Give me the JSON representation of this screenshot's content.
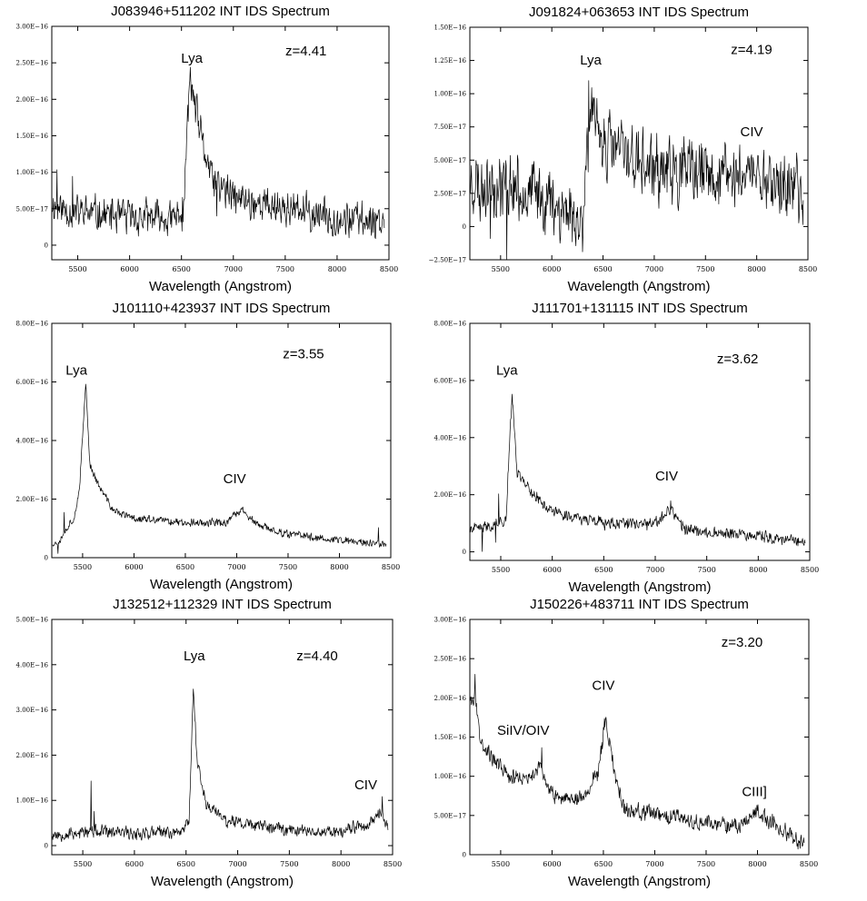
{
  "chart_data": [
    {
      "type": "line",
      "title": "J083946+511202  INT IDS Spectrum",
      "xlabel": "Wavelength (Angstrom)",
      "ylabel": "",
      "xlim": [
        5250,
        8500
      ],
      "ylim": [
        -2e-17,
        3e-16
      ],
      "xticks": [
        5500,
        6000,
        6500,
        7000,
        7500,
        8000,
        8500
      ],
      "xtick_labels": [
        "5500",
        "6000",
        "6500",
        "7000",
        "7500",
        "8000",
        "8500"
      ],
      "yticks": [
        0,
        5e-17,
        1e-16,
        1.5e-16,
        2e-16,
        2.5e-16,
        3e-16
      ],
      "ytick_labels": [
        "0",
        "5.00E−17",
        "1.00E−16",
        "1.50E−16",
        "2.00E−16",
        "2.50E−16",
        "3.00E−16"
      ],
      "grid": false,
      "annotations": [
        {
          "text": "Lya",
          "x": 6600,
          "y": 2.5e-16
        },
        {
          "text": "z=4.41",
          "x": 7700,
          "y": 2.6e-16
        }
      ],
      "profile": {
        "noise": 2.2e-17,
        "seed": 11,
        "anchors": [
          [
            5250,
            5.5e-17
          ],
          [
            5500,
            4.5e-17
          ],
          [
            6000,
            3.8e-17
          ],
          [
            6400,
            3.5e-17
          ],
          [
            6520,
            4.5e-17
          ],
          [
            6580,
            2.3e-16
          ],
          [
            6620,
            2e-16
          ],
          [
            6700,
            1.4e-16
          ],
          [
            6800,
            9e-17
          ],
          [
            7000,
            6.5e-17
          ],
          [
            7500,
            5e-17
          ],
          [
            8000,
            3.6e-17
          ],
          [
            8500,
            3.5e-17
          ]
        ],
        "spikes": [
          [
            5300,
            4.5e-17
          ],
          [
            5450,
            4e-17
          ],
          [
            6560,
            3e-17
          ],
          [
            6840,
            -5.5e-17
          ]
        ]
      }
    },
    {
      "type": "line",
      "title": "J091824+063653  INT IDS Spectrum",
      "xlabel": "Wavelength (Angstrom)",
      "ylabel": "",
      "xlim": [
        5200,
        8500
      ],
      "ylim": [
        -2.5e-17,
        1.5e-16
      ],
      "xticks": [
        5500,
        6000,
        6500,
        7000,
        7500,
        8000,
        8500
      ],
      "xtick_labels": [
        "5500",
        "6000",
        "6500",
        "7000",
        "7500",
        "8000",
        "8500"
      ],
      "yticks": [
        -2.5e-17,
        0,
        2.5e-17,
        5e-17,
        7.5e-17,
        1e-16,
        1.25e-16,
        1.5e-16
      ],
      "ytick_labels": [
        "−2.50E−17",
        "0",
        "2.50E−17",
        "5.00E−17",
        "7.50E−17",
        "1.00E−16",
        "1.25E−16",
        "1.50E−16"
      ],
      "grid": false,
      "annotations": [
        {
          "text": "Lya",
          "x": 6380,
          "y": 1.22e-16
        },
        {
          "text": "z=4.19",
          "x": 7950,
          "y": 1.3e-16
        },
        {
          "text": "CIV",
          "x": 7950,
          "y": 6.8e-17
        }
      ],
      "profile": {
        "noise": 2.2e-17,
        "seed": 23,
        "anchors": [
          [
            5200,
            3.5e-17
          ],
          [
            5600,
            3e-17
          ],
          [
            6000,
            2e-17
          ],
          [
            6250,
            5e-18
          ],
          [
            6300,
            2e-18
          ],
          [
            6330,
            5.5e-17
          ],
          [
            6380,
            8e-17
          ],
          [
            6500,
            6.5e-17
          ],
          [
            7000,
            4.2e-17
          ],
          [
            7500,
            3.8e-17
          ],
          [
            8000,
            4e-17
          ],
          [
            8500,
            2.2e-17
          ]
        ],
        "spikes": [
          [
            5300,
            -3.5e-17
          ],
          [
            5400,
            -2e-17
          ],
          [
            5560,
            -4.5e-17
          ],
          [
            6360,
            3e-17
          ]
        ]
      }
    },
    {
      "type": "line",
      "title": "J101110+423937  INT IDS Spectrum",
      "xlabel": "Wavelength (Angstrom)",
      "ylabel": "",
      "xlim": [
        5200,
        8500
      ],
      "ylim": [
        0,
        8e-16
      ],
      "xticks": [
        5500,
        6000,
        6500,
        7000,
        7500,
        8000,
        8500
      ],
      "xtick_labels": [
        "5500",
        "6000",
        "6500",
        "7000",
        "7500",
        "8000",
        "8500"
      ],
      "yticks": [
        0,
        2e-16,
        4e-16,
        6e-16,
        8e-16
      ],
      "ytick_labels": [
        "0",
        "2.00E−16",
        "4.00E−16",
        "6.00E−16",
        "8.00E−16"
      ],
      "grid": false,
      "annotations": [
        {
          "text": "Lya",
          "x": 5440,
          "y": 6.25e-16
        },
        {
          "text": "z=3.55",
          "x": 7650,
          "y": 6.8e-16
        },
        {
          "text": "CIV",
          "x": 6980,
          "y": 2.55e-16
        }
      ],
      "profile": {
        "noise": 1.2e-17,
        "seed": 37,
        "anchors": [
          [
            5250,
            5e-17
          ],
          [
            5420,
            1.4e-16
          ],
          [
            5470,
            2.3e-16
          ],
          [
            5530,
            6e-16
          ],
          [
            5570,
            3.2e-16
          ],
          [
            5650,
            2.5e-16
          ],
          [
            5800,
            1.6e-16
          ],
          [
            6000,
            1.35e-16
          ],
          [
            6500,
            1.2e-16
          ],
          [
            6900,
            1.2e-16
          ],
          [
            7050,
            1.65e-16
          ],
          [
            7200,
            1.1e-16
          ],
          [
            7500,
            8e-17
          ],
          [
            8000,
            6e-17
          ],
          [
            8450,
            4.5e-17
          ]
        ],
        "spikes": [
          [
            5320,
            6e-17
          ],
          [
            8380,
            5e-17
          ],
          [
            5260,
            -3e-17
          ]
        ]
      }
    },
    {
      "type": "line",
      "title": "J111701+131115  INT IDS Spectrum",
      "xlabel": "Wavelength (Angstrom)",
      "ylabel": "",
      "xlim": [
        5200,
        8500
      ],
      "ylim": [
        -3e-17,
        8e-16
      ],
      "xticks": [
        5500,
        6000,
        6500,
        7000,
        7500,
        8000,
        8500
      ],
      "xtick_labels": [
        "5500",
        "6000",
        "6500",
        "7000",
        "7500",
        "8000",
        "8500"
      ],
      "yticks": [
        0,
        2e-16,
        4e-16,
        6e-16,
        8e-16
      ],
      "ytick_labels": [
        "0",
        "2.00E−16",
        "4.00E−16",
        "6.00E−16",
        "8.00E−16"
      ],
      "grid": false,
      "annotations": [
        {
          "text": "Lya",
          "x": 5560,
          "y": 6.2e-16
        },
        {
          "text": "z=3.62",
          "x": 7800,
          "y": 6.6e-16
        },
        {
          "text": "CIV",
          "x": 7110,
          "y": 2.5e-16
        }
      ],
      "profile": {
        "noise": 1.8e-17,
        "seed": 41,
        "anchors": [
          [
            5250,
            8e-17
          ],
          [
            5400,
            9e-17
          ],
          [
            5550,
            1.1e-16
          ],
          [
            5610,
            5.6e-16
          ],
          [
            5660,
            2.8e-16
          ],
          [
            5800,
            2.1e-16
          ],
          [
            6000,
            1.4e-16
          ],
          [
            6500,
            1e-16
          ],
          [
            7000,
            9.5e-17
          ],
          [
            7150,
            1.5e-16
          ],
          [
            7300,
            7.5e-17
          ],
          [
            8000,
            5.5e-17
          ],
          [
            8450,
            3.5e-17
          ]
        ],
        "spikes": [
          [
            5320,
            -8e-17
          ],
          [
            5450,
            -6e-17
          ],
          [
            5480,
            1.2e-16
          ],
          [
            7150,
            4e-17
          ]
        ]
      }
    },
    {
      "type": "line",
      "title": "J132512+112329  INT IDS Spectrum",
      "xlabel": "Wavelength (Angstrom)",
      "ylabel": "",
      "xlim": [
        5200,
        8500
      ],
      "ylim": [
        -2e-17,
        5e-16
      ],
      "xticks": [
        5500,
        6000,
        6500,
        7000,
        7500,
        8000,
        8500
      ],
      "xtick_labels": [
        "5500",
        "6000",
        "6500",
        "7000",
        "7500",
        "8000",
        "8500"
      ],
      "yticks": [
        0,
        1e-16,
        2e-16,
        3e-16,
        4e-16,
        5e-16
      ],
      "ytick_labels": [
        "0",
        "1.00E−16",
        "2.00E−16",
        "3.00E−16",
        "4.00E−16",
        "5.00E−16"
      ],
      "grid": false,
      "annotations": [
        {
          "text": "Lya",
          "x": 6580,
          "y": 4.1e-16
        },
        {
          "text": "z=4.40",
          "x": 7770,
          "y": 4.1e-16
        },
        {
          "text": "CIV",
          "x": 8240,
          "y": 1.25e-16
        }
      ],
      "profile": {
        "noise": 1.3e-17,
        "seed": 53,
        "anchors": [
          [
            5250,
            2.5e-17
          ],
          [
            5500,
            3e-17
          ],
          [
            6000,
            2.8e-17
          ],
          [
            6450,
            3e-17
          ],
          [
            6530,
            6e-17
          ],
          [
            6570,
            3.5e-16
          ],
          [
            6610,
            1.8e-16
          ],
          [
            6700,
            9e-17
          ],
          [
            6900,
            5.5e-17
          ],
          [
            7500,
            3.5e-17
          ],
          [
            8000,
            3.2e-17
          ],
          [
            8300,
            5e-17
          ],
          [
            8400,
            7.5e-17
          ],
          [
            8450,
            4e-17
          ]
        ],
        "spikes": [
          [
            5580,
            1.2e-16
          ],
          [
            5610,
            4e-17
          ],
          [
            8400,
            3e-17
          ]
        ]
      }
    },
    {
      "type": "line",
      "title": "J150226+483711  INT IDS Spectrum",
      "xlabel": "Wavelength (Angstrom)",
      "ylabel": "",
      "xlim": [
        5200,
        8500
      ],
      "ylim": [
        0,
        3e-16
      ],
      "xticks": [
        5500,
        6000,
        6500,
        7000,
        7500,
        8000,
        8500
      ],
      "xtick_labels": [
        "5500",
        "6000",
        "6500",
        "7000",
        "7500",
        "8000",
        "8500"
      ],
      "yticks": [
        0,
        5e-17,
        1e-16,
        1.5e-16,
        2e-16,
        2.5e-16,
        3e-16
      ],
      "ytick_labels": [
        "0",
        "5.00E−17",
        "1.00E−16",
        "1.50E−16",
        "2.00E−16",
        "2.50E−16",
        "3.00E−16"
      ],
      "grid": false,
      "annotations": [
        {
          "text": "z=3.20",
          "x": 7850,
          "y": 2.65e-16
        },
        {
          "text": "CIV",
          "x": 6500,
          "y": 2.1e-16
        },
        {
          "text": "SiIV/OIV",
          "x": 5720,
          "y": 1.53e-16
        },
        {
          "text": "CIII]",
          "x": 7970,
          "y": 7.5e-17
        }
      ],
      "profile": {
        "noise": 9e-18,
        "seed": 67,
        "anchors": [
          [
            5250,
            2e-16
          ],
          [
            5300,
            1.5e-16
          ],
          [
            5400,
            1.25e-16
          ],
          [
            5600,
            1e-16
          ],
          [
            5800,
            9.5e-17
          ],
          [
            5870,
            1.15e-16
          ],
          [
            6000,
            7.5e-17
          ],
          [
            6300,
            7.2e-17
          ],
          [
            6450,
            1.05e-16
          ],
          [
            6520,
            1.75e-16
          ],
          [
            6600,
            1.1e-16
          ],
          [
            6700,
            6e-17
          ],
          [
            7000,
            5e-17
          ],
          [
            7500,
            4e-17
          ],
          [
            7800,
            3.8e-17
          ],
          [
            8000,
            5.5e-17
          ],
          [
            8200,
            3.5e-17
          ],
          [
            8450,
            1.5e-17
          ]
        ],
        "spikes": [
          [
            5250,
            3e-17
          ],
          [
            5900,
            3e-17
          ]
        ]
      }
    }
  ]
}
